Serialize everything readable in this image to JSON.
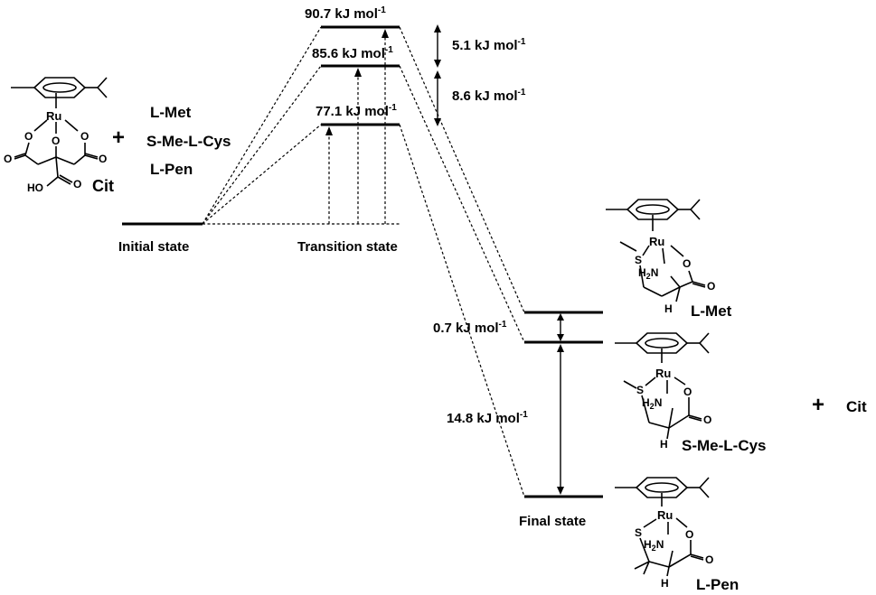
{
  "labels": {
    "initial_state": "Initial state",
    "transition_state": "Transition state",
    "final_state": "Final state"
  },
  "reactants": {
    "complex": "Cit",
    "plus": "+",
    "amino_acids": [
      "L-Met",
      "S-Me-L-Cys",
      "L-Pen"
    ]
  },
  "transition_energies": [
    {
      "label": "90.7 kJ mol",
      "sup": "-1"
    },
    {
      "label": "85.6 kJ mol",
      "sup": "-1"
    },
    {
      "label": "77.1 kJ mol",
      "sup": "-1"
    }
  ],
  "differences": {
    "ts_top": {
      "label": "5.1 kJ mol",
      "sup": "-1"
    },
    "ts_mid": {
      "label": "8.6 kJ mol",
      "sup": "-1"
    },
    "fs_top": {
      "label": "0.7 kJ mol",
      "sup": "-1"
    },
    "fs_big": {
      "label": "14.8 kJ mol",
      "sup": "-1"
    }
  },
  "products": {
    "met": "L-Met",
    "cys": "S-Me-L-Cys",
    "pen": "L-Pen",
    "plus": "+",
    "released": "Cit"
  },
  "atoms": {
    "ru": "Ru",
    "o": "O",
    "s": "S",
    "h2n": "H",
    "h2n_sub": "2",
    "h2n_n": "N",
    "h": "H",
    "ho": "HO"
  }
}
